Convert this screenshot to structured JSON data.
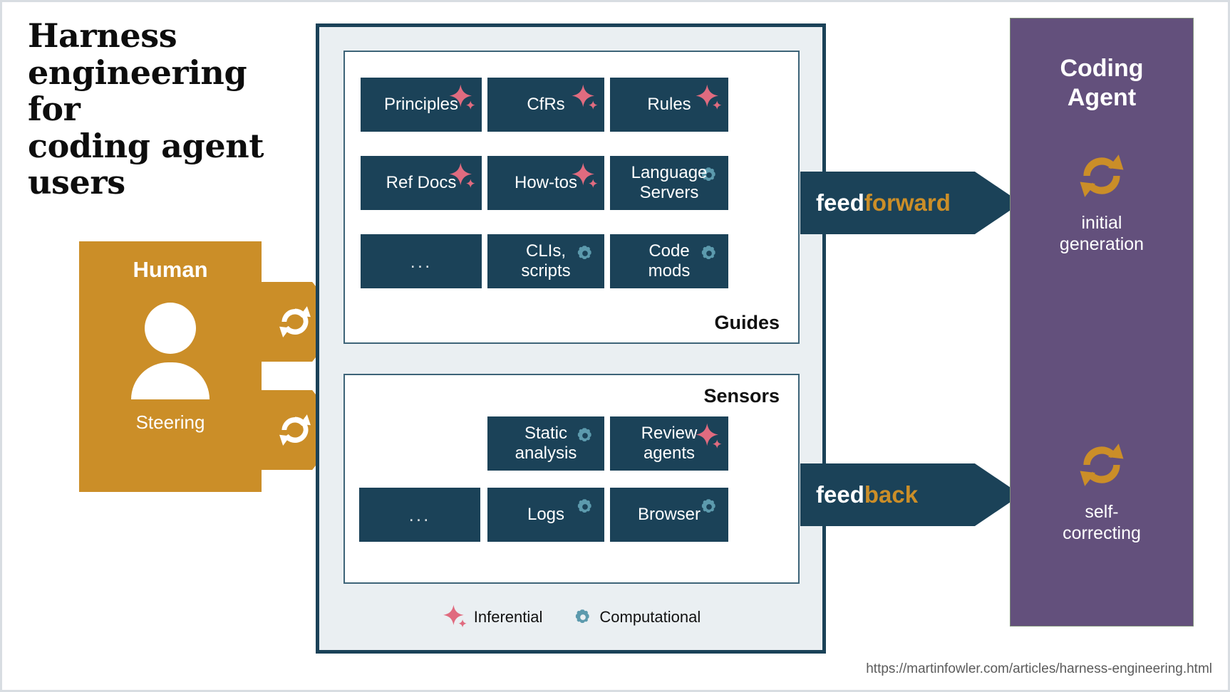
{
  "title": "Harness\nengineering for\ncoding agent\nusers",
  "human": {
    "heading": "Human",
    "caption": "Steering",
    "icon": "person-icon",
    "arrow_icon": "refresh-loop-icon"
  },
  "guides": {
    "section_label": "Guides",
    "tiles": [
      {
        "label": "Principles",
        "badge": "sparkle-icon"
      },
      {
        "label": "CfRs",
        "badge": "sparkle-icon"
      },
      {
        "label": "Rules",
        "badge": "sparkle-icon"
      },
      {
        "label": "Ref Docs",
        "badge": "sparkle-icon"
      },
      {
        "label": "How-tos",
        "badge": "sparkle-icon"
      },
      {
        "label": "Language\nServers",
        "badge": "gear-icon"
      },
      {
        "label": "...",
        "badge": "none"
      },
      {
        "label": "CLIs,\nscripts",
        "badge": "gear-icon"
      },
      {
        "label": "Code\nmods",
        "badge": "gear-icon"
      }
    ]
  },
  "sensors": {
    "section_label": "Sensors",
    "tiles": [
      {
        "label": "Static\nanalysis",
        "badge": "gear-icon"
      },
      {
        "label": "Review\nagents",
        "badge": "sparkle-icon"
      },
      {
        "label": "...",
        "badge": "none"
      },
      {
        "label": "Logs",
        "badge": "gear-icon"
      },
      {
        "label": "Browser",
        "badge": "gear-icon"
      }
    ]
  },
  "flows": {
    "feedforward": {
      "prefix": "feed",
      "accent": "forward"
    },
    "feedback": {
      "prefix": "feed",
      "accent": "back"
    }
  },
  "agent": {
    "title": "Coding\nAgent",
    "stages": [
      {
        "icon": "refresh-loop-icon",
        "caption": "initial\ngeneration"
      },
      {
        "icon": "refresh-loop-icon",
        "caption": "self-\ncorrecting"
      }
    ]
  },
  "legend": [
    {
      "icon": "sparkle-icon",
      "label": "Inferential"
    },
    {
      "icon": "gear-icon",
      "label": "Computational"
    }
  ],
  "footer": {
    "url": "https://martinfowler.com/articles/harness-engineering.html"
  },
  "colors": {
    "navy": "#1b4258",
    "orange": "#cb8e28",
    "purple": "#63507c",
    "pink": "#e06b7f",
    "teal": "#5c9aad",
    "panel_bg": "#eaeff2"
  }
}
